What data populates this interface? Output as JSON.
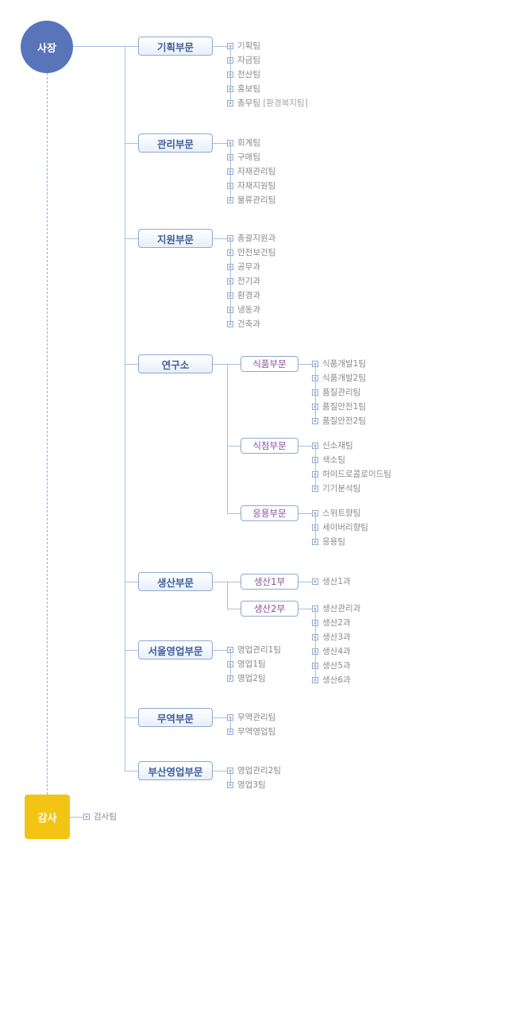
{
  "ceo": "사장",
  "audit": {
    "label": "감사",
    "teams": [
      "검사팀"
    ]
  },
  "departments": [
    {
      "name": "기획부문",
      "teams": [
        "기획팀",
        "자금팀",
        "전산팀",
        "홍보팀",
        "총무팀"
      ],
      "note": "[환경복지팀]"
    },
    {
      "name": "관리부문",
      "teams": [
        "회계팀",
        "구매팀",
        "자재관리팀",
        "자재지원팀",
        "물류관리팀"
      ]
    },
    {
      "name": "지원부문",
      "teams": [
        "총괄지원과",
        "안전보건팀",
        "공무과",
        "전기과",
        "환경과",
        "냉동과",
        "건축과"
      ]
    },
    {
      "name": "연구소",
      "subs": [
        {
          "name": "식품부문",
          "teams": [
            "식품개발1팀",
            "식품개발2팀",
            "품질관리팀",
            "품질안전1팀",
            "품질안전2팀"
          ]
        },
        {
          "name": "식첨부문",
          "teams": [
            "신소재팀",
            "색소팀",
            "하이드로콜로이드팀",
            "기기분석팀"
          ]
        },
        {
          "name": "응용부문",
          "teams": [
            "스위트향팀",
            "세이버리향팀",
            "응용팀"
          ]
        }
      ]
    },
    {
      "name": "생산부문",
      "subs": [
        {
          "name": "생산1부",
          "teams": [
            "생산1과"
          ]
        },
        {
          "name": "생산2부",
          "teams": [
            "생산관리과",
            "생산2과",
            "생산3과",
            "생산4과",
            "생산5과",
            "생산6과"
          ]
        }
      ]
    },
    {
      "name": "서울영업부문",
      "teams": [
        "영업관리1팀",
        "영업1팀",
        "영업2팀"
      ]
    },
    {
      "name": "무역부문",
      "teams": [
        "무역관리팀",
        "무역영업팀"
      ]
    },
    {
      "name": "부산영업부문",
      "teams": [
        "영업관리2팀",
        "영업3팀"
      ]
    }
  ]
}
